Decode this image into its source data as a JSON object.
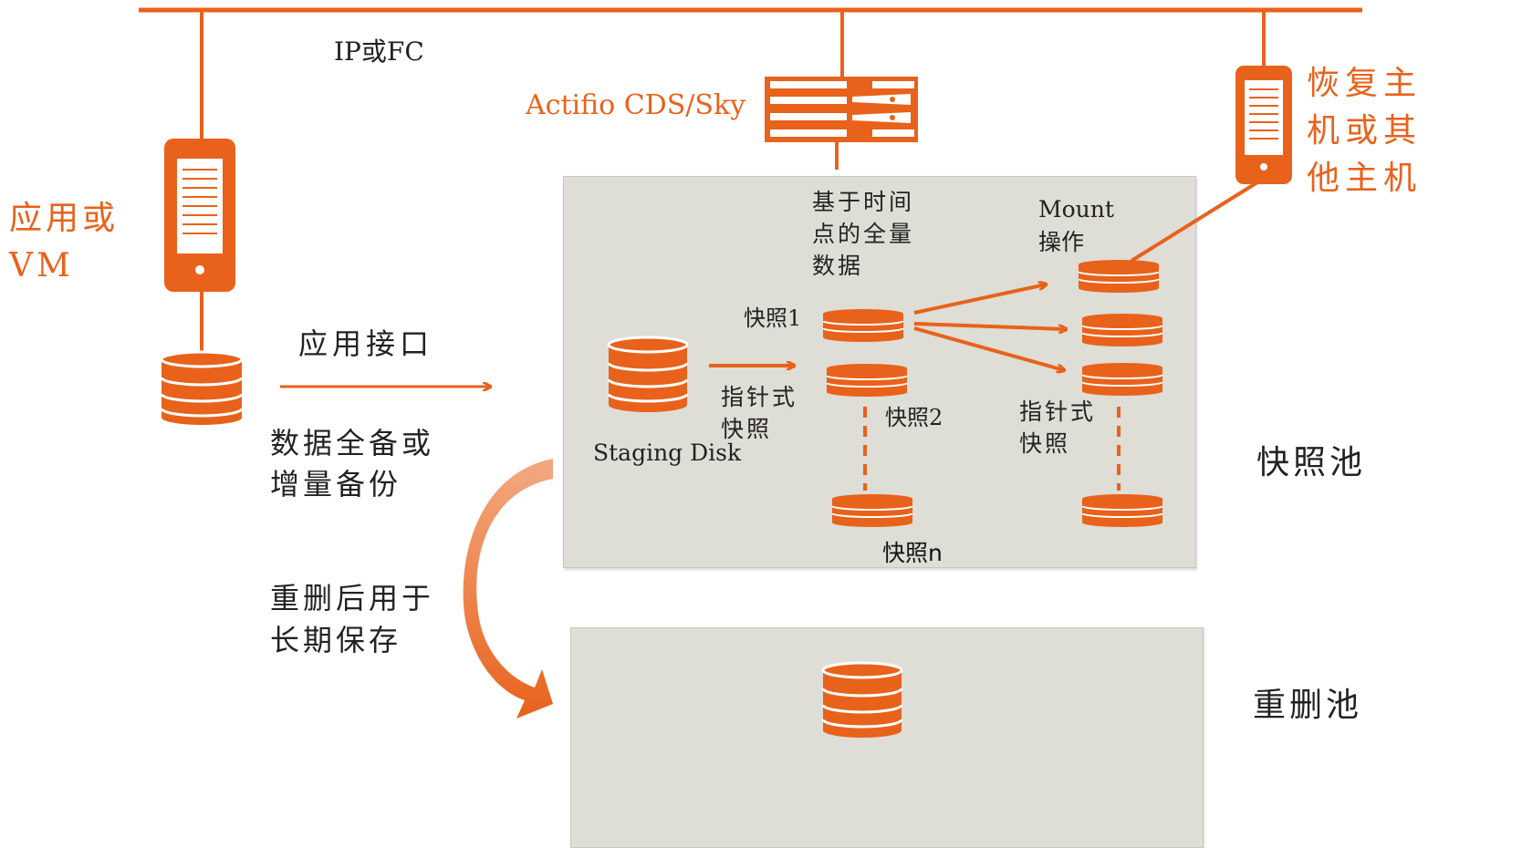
{
  "labels": {
    "network": "IP或FC",
    "appliance": "Actifio CDS/Sky",
    "app_host": "应用或\nVM",
    "recovery_host": "恢复主\n机或其\n他主机",
    "app_interface": "应用接口",
    "backup_type": "数据全备或\n增量备份",
    "full_data_point": "基于时间\n点的全量\n数据",
    "mount_op": "Mount\n操作",
    "snapshot1": "快照1",
    "snapshot2": "快照2",
    "snapshot_n": "快照n",
    "pointer_snapshot_left": "指针式\n快照",
    "pointer_snapshot_right": "指针式\n快照",
    "staging_disk": "Staging Disk",
    "dedup_note": "重删后用于\n长期保存",
    "snapshot_pool": "快照池",
    "dedup_pool": "重删池"
  },
  "colors": {
    "accent": "#e8621b",
    "pool_bg": "#deddd6",
    "text": "#222222"
  },
  "icons": [
    "server-icon",
    "rack-appliance-icon",
    "database-icon"
  ]
}
